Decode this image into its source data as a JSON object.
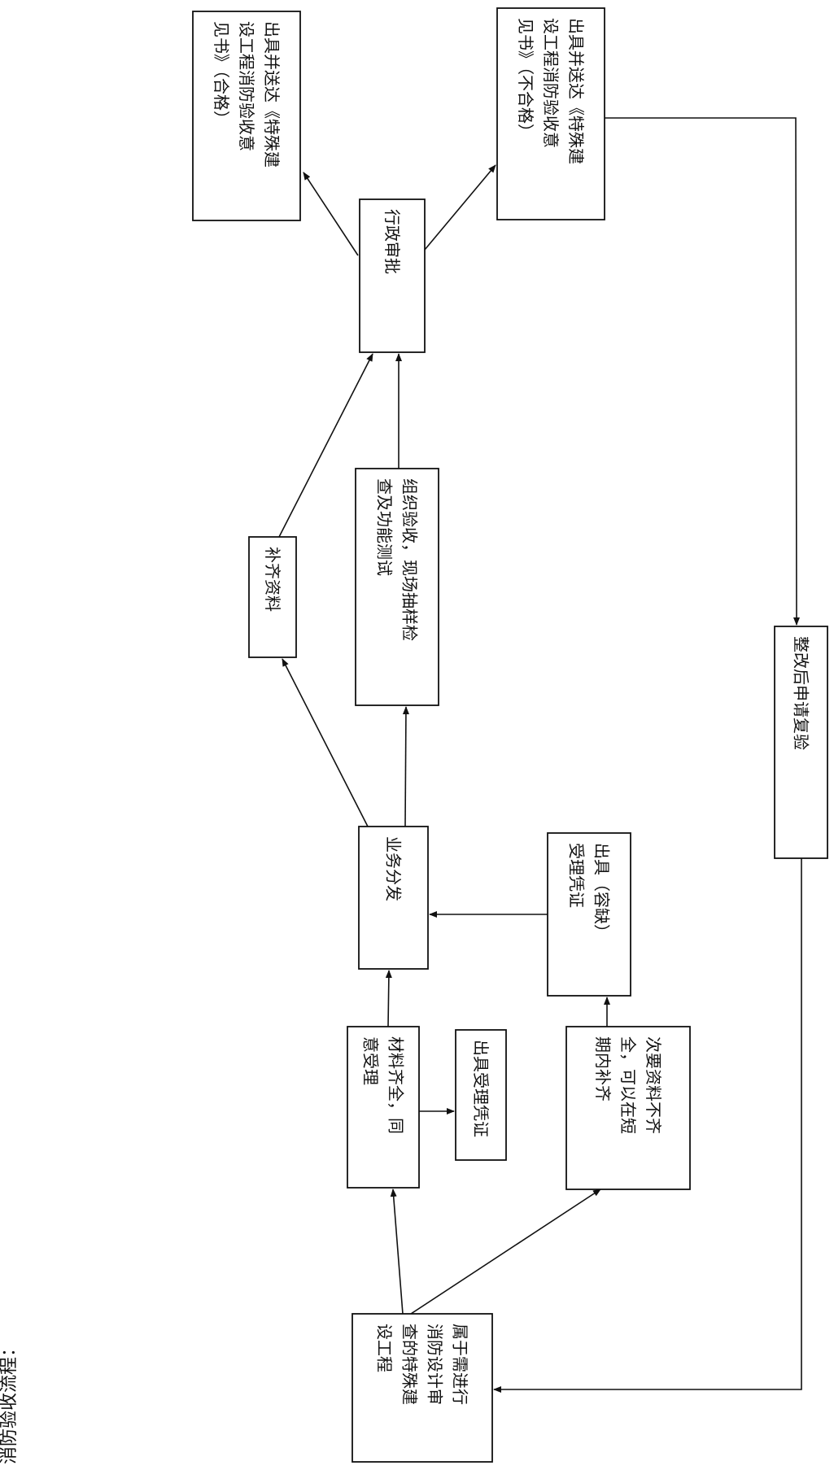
{
  "heading": "消防验收流程：",
  "nodes": {
    "project": {
      "lines": [
        "属于需进行",
        "消防设计审",
        "查的特殊建",
        "设工程"
      ]
    },
    "complete": {
      "lines": [
        "材料齐全，同",
        "意受理"
      ]
    },
    "receipt": {
      "lines": [
        "出具受理凭证"
      ]
    },
    "incomplete": {
      "lines": [
        "次要资料不齐",
        "全，可以在短",
        "期内补齐"
      ]
    },
    "tolerance_receipt": {
      "lines": [
        "出具（容缺）",
        "受理凭证"
      ]
    },
    "dispatch": {
      "lines": [
        "业务分发"
      ]
    },
    "supplement": {
      "lines": [
        "补齐资料"
      ]
    },
    "inspection": {
      "lines": [
        "组织验收，现场抽样检",
        "查及功能测试"
      ]
    },
    "approval": {
      "lines": [
        "行政审批"
      ]
    },
    "opinion_pass": {
      "lines": [
        "出具并送达《特殊建",
        "设工程消防验收意",
        "见书》（合格）"
      ]
    },
    "opinion_fail": {
      "lines": [
        "出具并送达《特殊建",
        "设工程消防验收意",
        "见书》（不合格）"
      ]
    },
    "reinspection": {
      "lines": [
        "整改后申请复验"
      ]
    }
  }
}
